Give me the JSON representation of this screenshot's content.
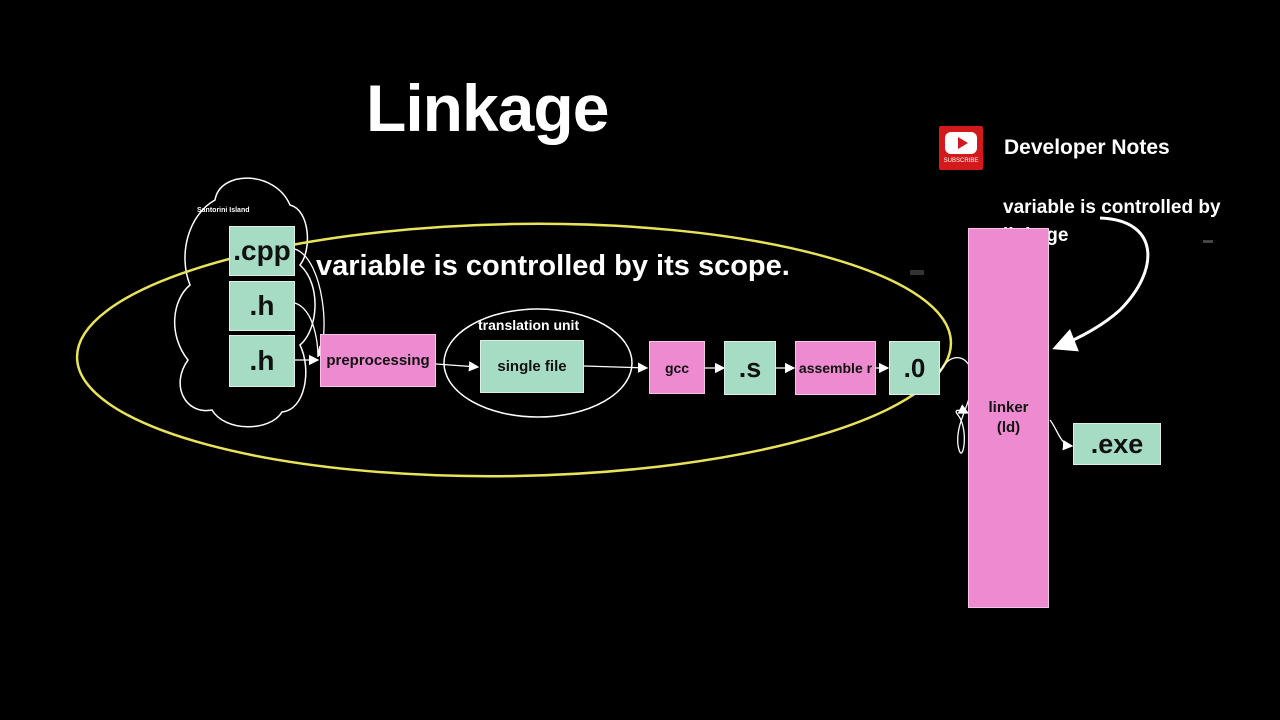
{
  "title": "Linkage",
  "channel": {
    "name": "Developer Notes",
    "subscribe_label": "SUBSCRIBE",
    "icon": "youtube-subscribe-icon",
    "accent": "#d31a1a"
  },
  "notes": {
    "scope_caption": "variable is controlled by its scope.",
    "linkage_note": "variable is controlled by linkage"
  },
  "cloud_label": "Santorini Island",
  "sources": [
    ".cpp",
    ".h",
    ".h"
  ],
  "pipeline": {
    "preprocessing": "preprocessing",
    "translation_unit_label": "translation unit",
    "single_file": "single file",
    "gcc": "gcc",
    "asm_file": ".s",
    "assembler": "assemble r",
    "object_file": ".0",
    "linker": "linker (ld)",
    "exe": ".exe"
  },
  "colors": {
    "green_box": "#a6dcc3",
    "pink_box": "#ee8ad0",
    "ellipse": "#e8e35a",
    "background": "#000000"
  }
}
